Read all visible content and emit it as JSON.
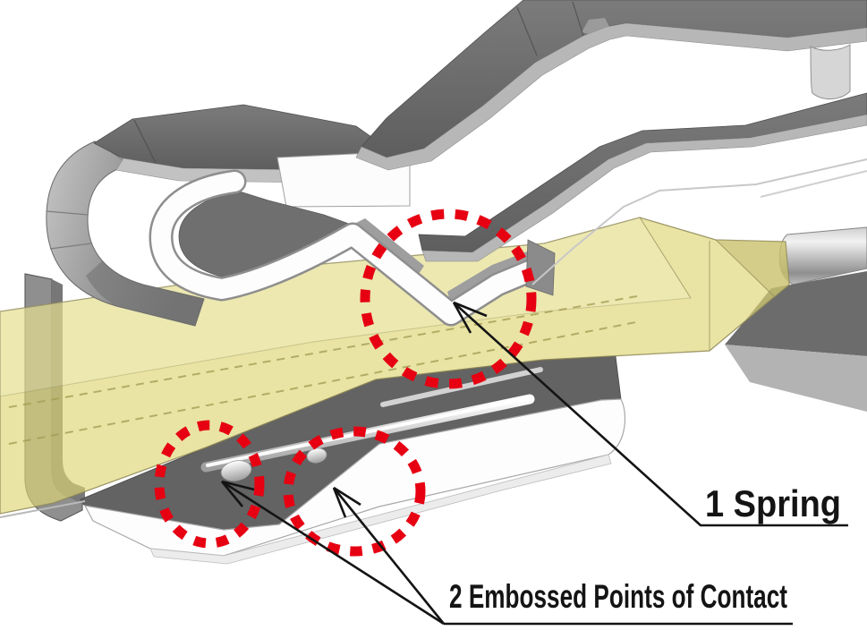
{
  "figure": {
    "description": "Cutaway 3D illustration of a female terminal contact: one spring presses a translucent male tab onto two embossed points of contact on the base plate",
    "annotations": [
      {
        "id": "spring",
        "label": "1 Spring"
      },
      {
        "id": "embossed",
        "label": "2 Embossed Points of Contact"
      }
    ],
    "highlights": {
      "style": "red-dotted-circle",
      "count": 3,
      "color": "#e60012"
    },
    "colors": {
      "tab_yellow": "#e9e39b",
      "metal_dark": "#6b6b6b",
      "metal_mid": "#9a9a9a",
      "metal_bevel": "#b7b7b7",
      "cut_face_white": "#fcfcfc",
      "leader_black": "#141414"
    }
  }
}
